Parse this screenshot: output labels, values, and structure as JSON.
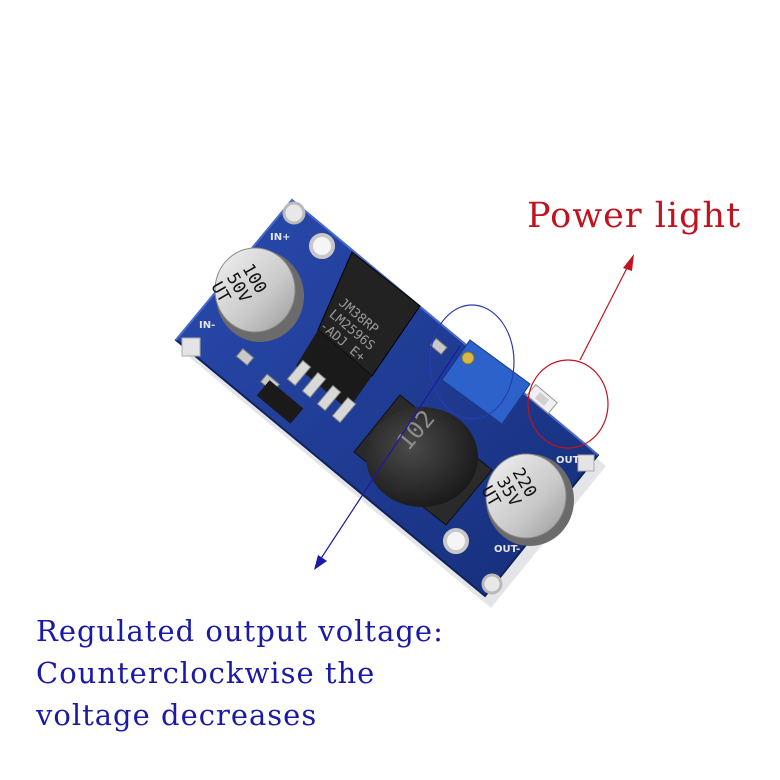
{
  "annotations": {
    "power_light": {
      "text": "Power light",
      "color": "#c1121f"
    },
    "regulated_voltage": {
      "lines": [
        "Regulated output voltage:",
        "Counterclockwise the",
        "voltage decreases"
      ],
      "color": "#1a1aa6"
    }
  },
  "board": {
    "pcb_color": "#1e3a8a",
    "silkscreen": {
      "in_plus": "IN+",
      "in_minus": "IN-",
      "out_plus": "OUT+",
      "out_minus": "OUT-"
    },
    "input_capacitor": {
      "lines": [
        "100",
        "50V",
        "UT"
      ]
    },
    "output_capacitor": {
      "lines": [
        "220",
        "35V",
        "UT"
      ]
    },
    "regulator_chip": {
      "lines": [
        "JM38RP",
        "LM2596S",
        "-ADJ E+"
      ]
    },
    "inductor_marking": "102"
  },
  "icons": [
    "arrow-red-icon",
    "arrow-blue-icon"
  ]
}
